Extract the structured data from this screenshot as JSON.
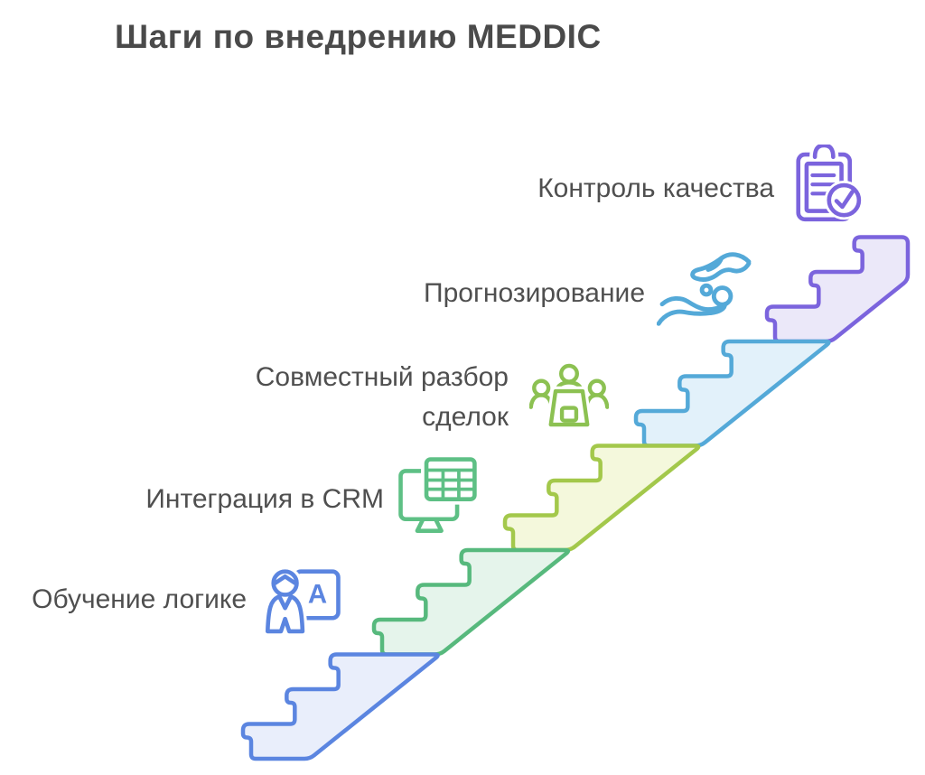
{
  "title": "Шаги по внедрению MEDDIC",
  "title_color": "#4a4a4a",
  "text_color": "#4f4f4f",
  "background": "#ffffff",
  "steps": [
    {
      "id": "training",
      "label_lines": [
        "Обучение логике"
      ],
      "icon": "teacher-board-icon",
      "stroke": "#5b85e0",
      "fill": "#e9eefb",
      "icon_color": "#5b85e0"
    },
    {
      "id": "crm",
      "label_lines": [
        "Интеграция в CRM"
      ],
      "icon": "monitor-spreadsheet-icon",
      "stroke": "#57b97d",
      "fill": "#e5f4eb",
      "icon_color": "#5ec085"
    },
    {
      "id": "deals",
      "label_lines": [
        "Совместный разбор",
        "сделок"
      ],
      "icon": "meeting-table-icon",
      "stroke": "#a3c84b",
      "fill": "#f4f8dc",
      "icon_color": "#8cc152"
    },
    {
      "id": "forecast",
      "label_lines": [
        "Прогнозирование"
      ],
      "icon": "hands-coins-icon",
      "stroke": "#54a9d8",
      "fill": "#e2f1fa",
      "icon_color": "#54a9d8"
    },
    {
      "id": "quality",
      "label_lines": [
        "Контроль качества"
      ],
      "icon": "clipboard-check-icon",
      "stroke": "#7b64dd",
      "fill": "#ebe8f9",
      "icon_color": "#7b64dd"
    }
  ]
}
